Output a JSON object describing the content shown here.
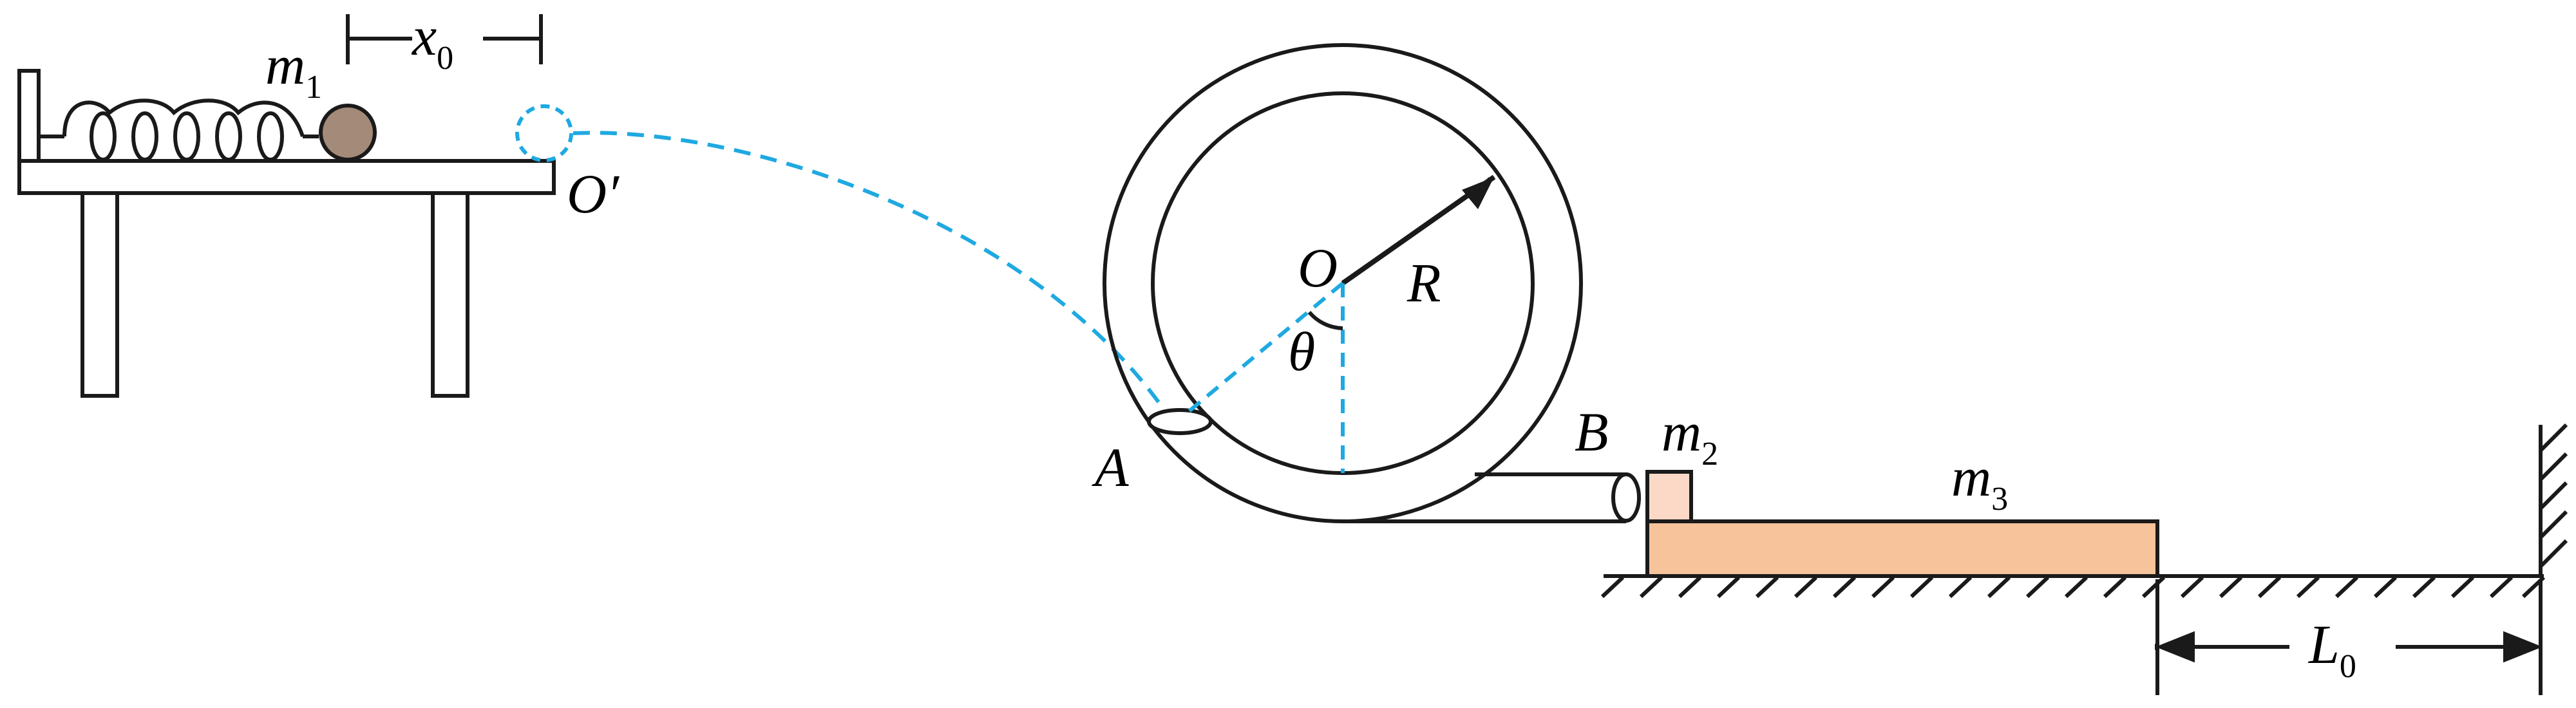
{
  "labels": {
    "m1": {
      "main": "m",
      "sub": "1"
    },
    "x0": {
      "main": "x",
      "sub": "0"
    },
    "o_prime": "O′",
    "o": "O",
    "r": "R",
    "theta": "θ",
    "a": "A",
    "b": "B",
    "m2": {
      "main": "m",
      "sub": "2"
    },
    "m3": {
      "main": "m",
      "sub": "3"
    },
    "l0": {
      "main": "L",
      "sub": "0"
    }
  },
  "colors": {
    "line": "#1a1a1a",
    "trajectory": "#1fa9e1",
    "ball": "#a48a78",
    "block_m2": "#fcd9c6",
    "block_m3": "#f6c39b"
  }
}
